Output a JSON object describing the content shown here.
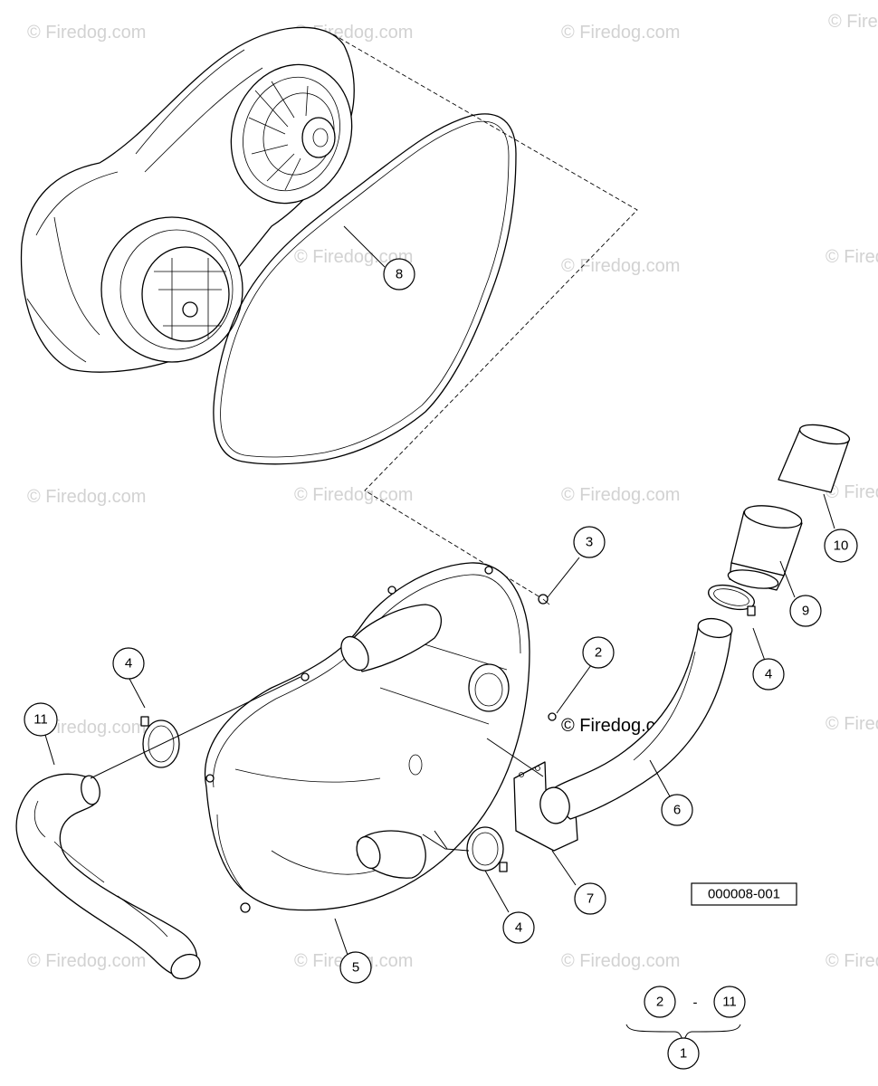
{
  "watermark": "© Firedog.com",
  "watermark_inline": "© Firedog.com",
  "reference_code": "000008-001",
  "callouts": {
    "c1": "1",
    "c2": "2",
    "c3": "3",
    "c4a": "4",
    "c4b": "4",
    "c4c": "4",
    "c5": "5",
    "c6": "6",
    "c7": "7",
    "c8": "8",
    "c9": "9",
    "c10": "10",
    "c11": "11"
  },
  "assembly_range": {
    "from": "2",
    "separator": "-",
    "to": "11",
    "total": "1"
  }
}
